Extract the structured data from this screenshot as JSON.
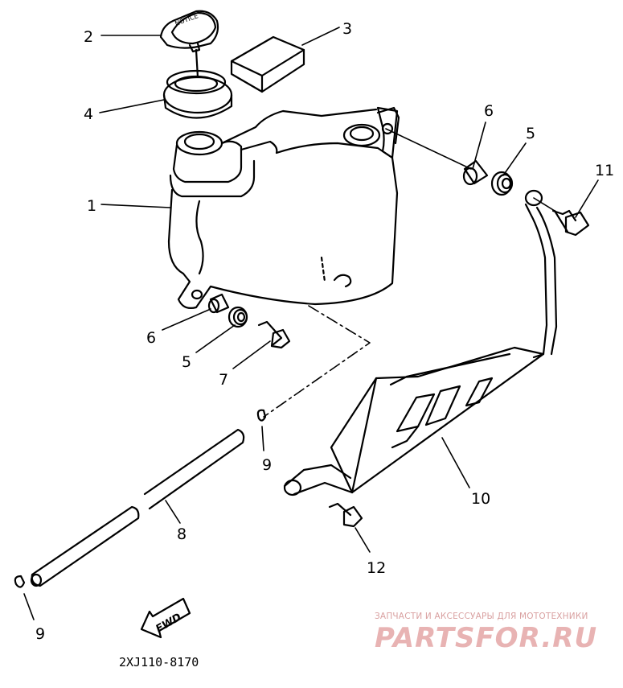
{
  "callouts": {
    "c1": "1",
    "c2": "2",
    "c3": "3",
    "c4": "4",
    "c5a": "5",
    "c5b": "5",
    "c6a": "6",
    "c6b": "6",
    "c7": "7",
    "c8": "8",
    "c9a": "9",
    "c9b": "9",
    "c10": "10",
    "c11": "11",
    "c12": "12"
  },
  "fwd_label": "FWD",
  "diagram_code": "2XJ110-8170",
  "watermark": {
    "tagline": "ЗАПЧАСТИ И АКСЕССУАРЫ ДЛЯ МОТОТЕХНИКИ",
    "brand": "PARTSFOR.RU"
  },
  "colors": {
    "ink": "#000000",
    "watermark": "#e8b3b3"
  }
}
